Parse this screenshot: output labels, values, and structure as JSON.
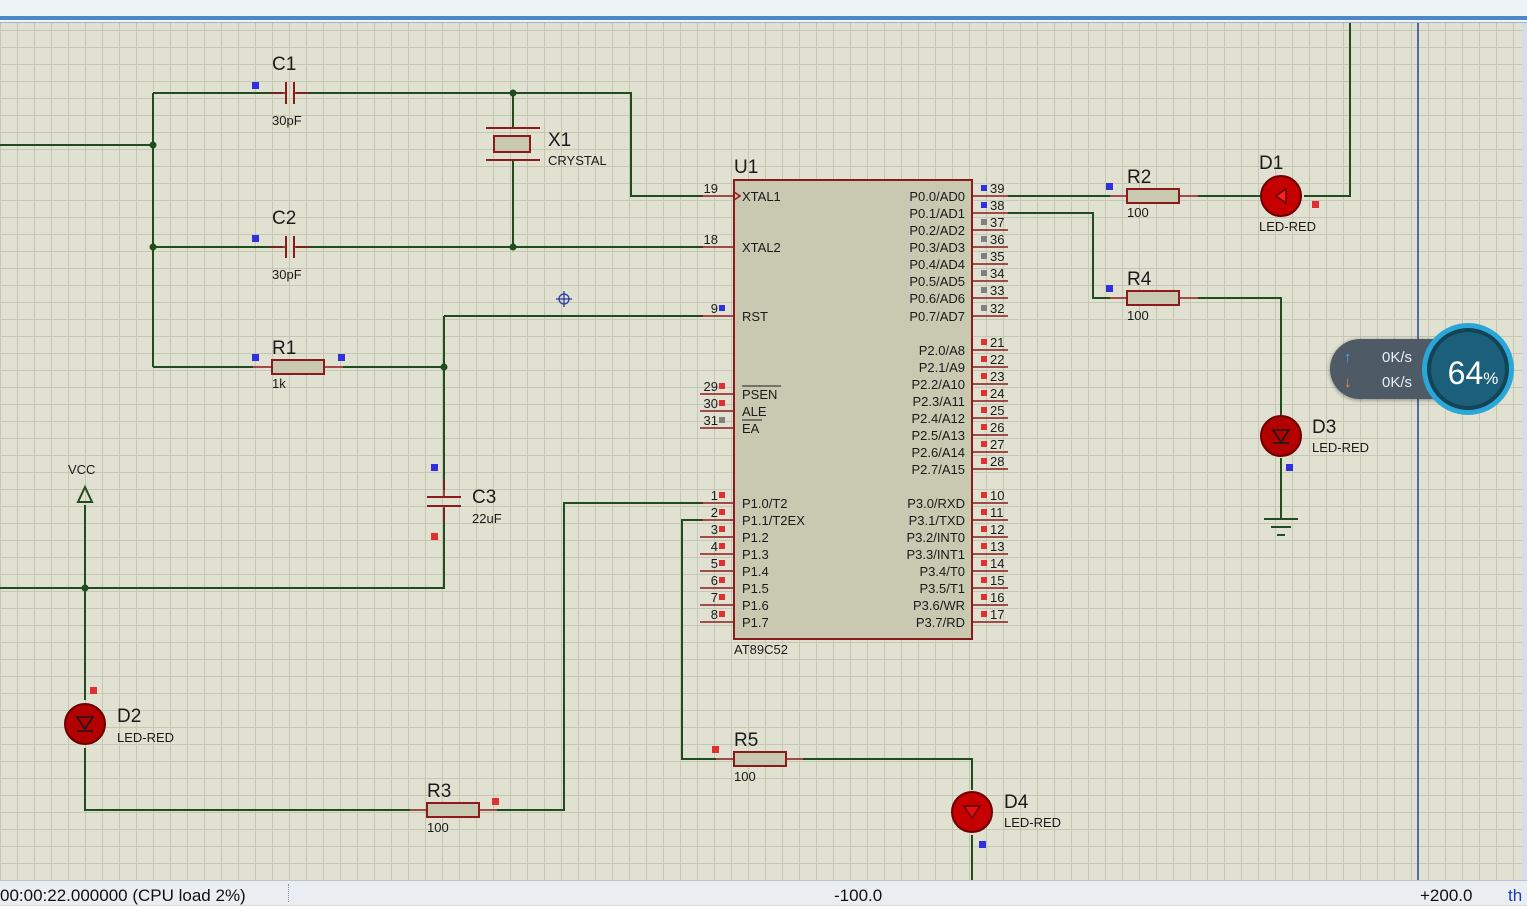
{
  "schematic": {
    "components": {
      "c1": {
        "ref": "C1",
        "value": "30pF"
      },
      "c2": {
        "ref": "C2",
        "value": "30pF"
      },
      "c3": {
        "ref": "C3",
        "value": "22uF"
      },
      "x1": {
        "ref": "X1",
        "value": "CRYSTAL"
      },
      "r1": {
        "ref": "R1",
        "value": "1k"
      },
      "r2": {
        "ref": "R2",
        "value": "100"
      },
      "r3": {
        "ref": "R3",
        "value": "100"
      },
      "r4": {
        "ref": "R4",
        "value": "100"
      },
      "r5": {
        "ref": "R5",
        "value": "100"
      },
      "d1": {
        "ref": "D1",
        "value": "LED-RED"
      },
      "d2": {
        "ref": "D2",
        "value": "LED-RED"
      },
      "d3": {
        "ref": "D3",
        "value": "LED-RED"
      },
      "d4": {
        "ref": "D4",
        "value": "LED-RED"
      },
      "vcc": {
        "label": "VCC"
      }
    },
    "u1": {
      "ref": "U1",
      "part": "AT89C52",
      "left_pins": [
        {
          "num": "19",
          "name": "XTAL1"
        },
        {
          "num": "18",
          "name": "XTAL2"
        },
        {
          "num": "9",
          "name": "RST"
        },
        {
          "num": "29",
          "name": "PSEN"
        },
        {
          "num": "30",
          "name": "ALE"
        },
        {
          "num": "31",
          "name": "EA"
        },
        {
          "num": "1",
          "name": "P1.0/T2"
        },
        {
          "num": "2",
          "name": "P1.1/T2EX"
        },
        {
          "num": "3",
          "name": "P1.2"
        },
        {
          "num": "4",
          "name": "P1.3"
        },
        {
          "num": "5",
          "name": "P1.4"
        },
        {
          "num": "6",
          "name": "P1.5"
        },
        {
          "num": "7",
          "name": "P1.6"
        },
        {
          "num": "8",
          "name": "P1.7"
        }
      ],
      "right_pins": [
        {
          "num": "39",
          "name": "P0.0/AD0"
        },
        {
          "num": "38",
          "name": "P0.1/AD1"
        },
        {
          "num": "37",
          "name": "P0.2/AD2"
        },
        {
          "num": "36",
          "name": "P0.3/AD3"
        },
        {
          "num": "35",
          "name": "P0.4/AD4"
        },
        {
          "num": "34",
          "name": "P0.5/AD5"
        },
        {
          "num": "33",
          "name": "P0.6/AD6"
        },
        {
          "num": "32",
          "name": "P0.7/AD7"
        },
        {
          "num": "21",
          "name": "P2.0/A8"
        },
        {
          "num": "22",
          "name": "P2.1/A9"
        },
        {
          "num": "23",
          "name": "P2.2/A10"
        },
        {
          "num": "24",
          "name": "P2.3/A11"
        },
        {
          "num": "25",
          "name": "P2.4/A12"
        },
        {
          "num": "26",
          "name": "P2.5/A13"
        },
        {
          "num": "27",
          "name": "P2.6/A14"
        },
        {
          "num": "28",
          "name": "P2.7/A15"
        },
        {
          "num": "10",
          "name": "P3.0/RXD"
        },
        {
          "num": "11",
          "name": "P3.1/TXD"
        },
        {
          "num": "12",
          "name": "P3.2/INT0"
        },
        {
          "num": "13",
          "name": "P3.3/INT1"
        },
        {
          "num": "14",
          "name": "P3.4/T0"
        },
        {
          "num": "15",
          "name": "P3.5/T1"
        },
        {
          "num": "16",
          "name": "P3.6/WR"
        },
        {
          "num": "17",
          "name": "P3.7/RD"
        }
      ]
    }
  },
  "net_monitor": {
    "upload": "0K/s",
    "download": "0K/s",
    "load_value": "64",
    "load_unit": "%",
    "upload_icon": "arrow-up-icon",
    "download_icon": "arrow-down-icon"
  },
  "status_bar": {
    "sim_time": "00:00:22.000000 (CPU load 2%)",
    "coord_x": "-100.0",
    "coord_y": "+200.0",
    "unit": "th"
  },
  "colors": {
    "wire": "#1f4d1f",
    "component": "#8b1a1a",
    "chip_fill": "#c9c9b2",
    "led_fill": "#b30000",
    "pin_high": "#e03030",
    "pin_low": "#3030e0",
    "pin_float": "#808080"
  }
}
